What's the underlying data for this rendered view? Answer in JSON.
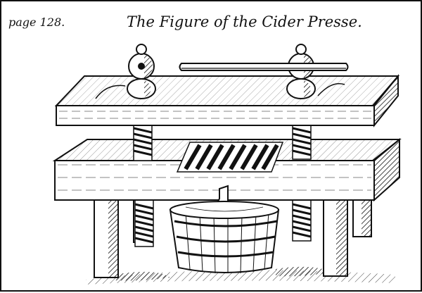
{
  "plate": {
    "page_reference": "page 128.",
    "title": "The Figure of the Cider Presse."
  },
  "illustration": {
    "subject": "cider-press-engraving",
    "ink": "#111111",
    "paper": "#ffffff"
  }
}
